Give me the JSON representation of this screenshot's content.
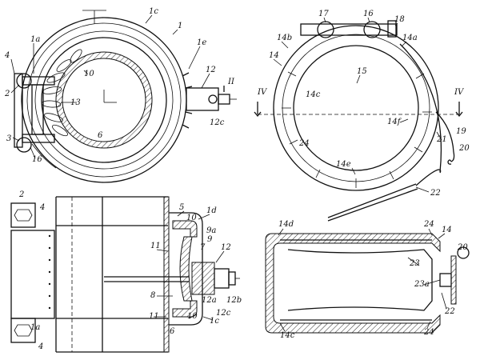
{
  "figures": {
    "clamp_front": {
      "labels": [
        "1c",
        "1",
        "1a",
        "4",
        "2",
        "10",
        "13",
        "1e",
        "12",
        "II",
        "12c",
        "3",
        "6",
        "16"
      ]
    },
    "clamp_open": {
      "labels": [
        "17",
        "16",
        "18",
        "14b",
        "14a",
        "14",
        "15",
        "14c",
        "IV",
        "IV",
        "14f",
        "21",
        "19",
        "20",
        "24",
        "14e",
        "22"
      ]
    },
    "clamp_section": {
      "labels": [
        "2",
        "4",
        "5",
        "1d",
        "10",
        "11",
        "9a",
        "9",
        "7",
        "12",
        "8",
        "12a",
        "12b",
        "12c",
        "11",
        "10",
        "1c",
        "6",
        "1a",
        "4"
      ]
    },
    "band_section": {
      "labels": [
        "14d",
        "24",
        "14",
        "20",
        "23",
        "23a",
        "22",
        "14c",
        "24"
      ]
    }
  }
}
